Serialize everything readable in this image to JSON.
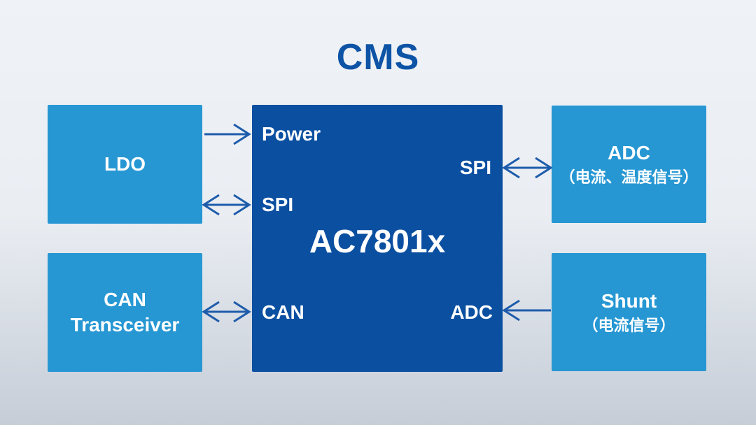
{
  "title": "CMS",
  "colors": {
    "title_text": "#0D53A6",
    "center_block_fill": "#0B4FA1",
    "peripheral_block_fill": "#2697D3",
    "block_text": "#FFFFFF",
    "arrow": "#1E5CAB",
    "background_top": "#EFF2F6",
    "background_bottom": "#C6CDD7"
  },
  "center_block": {
    "label": "AC7801x",
    "ports": {
      "power": "Power",
      "spi_left": "SPI",
      "can": "CAN",
      "spi_right": "SPI",
      "adc": "ADC"
    }
  },
  "blocks": {
    "ldo": {
      "label": "LDO"
    },
    "can_transceiver": {
      "lines": [
        "CAN",
        "Transceiver"
      ]
    },
    "adc": {
      "title": "ADC",
      "subtitle": "（电流、温度信号）"
    },
    "shunt": {
      "title": "Shunt",
      "subtitle": "（电流信号）"
    }
  },
  "connections": [
    {
      "from": "LDO",
      "to": "AC7801x Power",
      "direction": "one-way-right"
    },
    {
      "from": "LDO",
      "to": "AC7801x SPI",
      "direction": "bidirectional"
    },
    {
      "from": "CAN Transceiver",
      "to": "AC7801x CAN",
      "direction": "bidirectional"
    },
    {
      "from": "ADC",
      "to": "AC7801x SPI",
      "direction": "bidirectional"
    },
    {
      "from": "Shunt",
      "to": "AC7801x ADC",
      "direction": "one-way-left"
    }
  ]
}
